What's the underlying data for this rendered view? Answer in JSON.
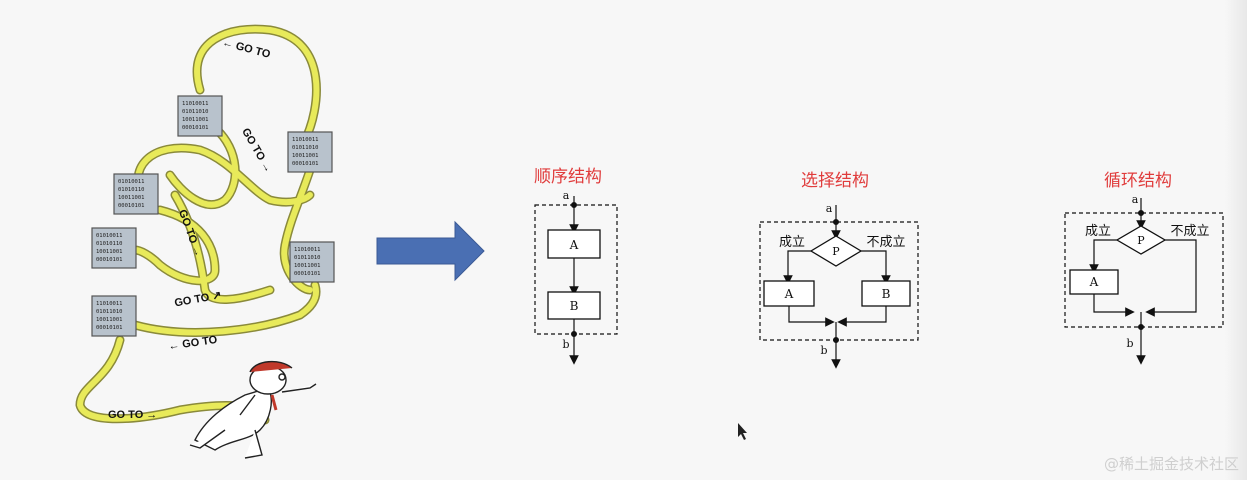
{
  "left_figure": {
    "goto_label": "GO TO",
    "binary_boxes": [
      [
        "11010011",
        "01011010",
        "10011001",
        "00010101"
      ],
      [
        "11010011",
        "01011010",
        "10011001",
        "00010101"
      ],
      [
        "01010011",
        "01010110",
        "10011001",
        "00010101"
      ],
      [
        "01010011",
        "01010110",
        "10011001",
        "00010101"
      ],
      [
        "11010011",
        "01011010",
        "10011001",
        "00010101"
      ],
      [
        "11010011",
        "01011010",
        "10011001",
        "00010101"
      ]
    ]
  },
  "arrow_color": "#4a6fb3",
  "title_color": "#e03c3c",
  "sequence": {
    "title": "顺序结构",
    "in_label": "a",
    "out_label": "b",
    "box1": "A",
    "box2": "B"
  },
  "selection": {
    "title": "选择结构",
    "in_label": "a",
    "out_label": "b",
    "cond": "P",
    "true_label": "成立",
    "false_label": "不成立",
    "box_true": "A",
    "box_false": "B"
  },
  "loop": {
    "title": "循环结构",
    "in_label": "a",
    "out_label": "b",
    "cond": "P",
    "true_label": "成立",
    "false_label": "不成立",
    "box": "A"
  },
  "watermark": "@稀土掘金技术社区"
}
